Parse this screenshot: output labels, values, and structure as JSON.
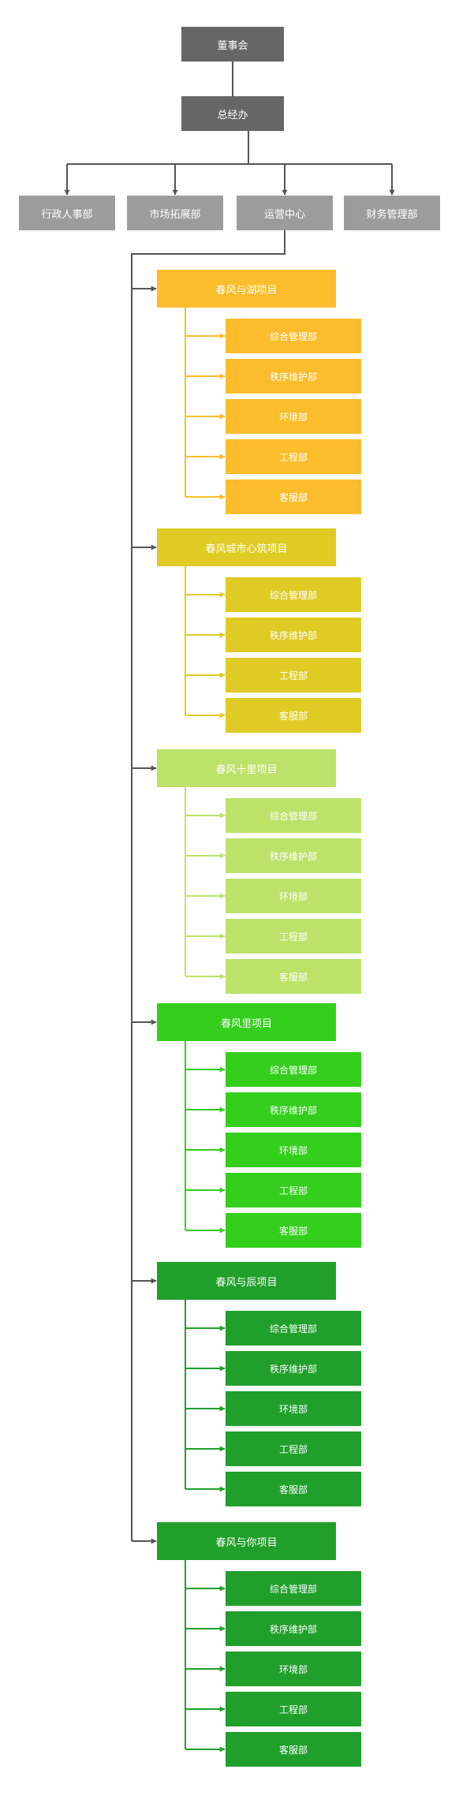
{
  "colors": {
    "top": "#666666",
    "depts": "#9c9c9c",
    "connector": "#555555",
    "projects": [
      "#fbbd2b",
      "#dfcb23",
      "#bde26a",
      "#33cf1c",
      "#209f2b",
      "#209f2b"
    ]
  },
  "board": {
    "label": "董事会"
  },
  "gm_office": {
    "label": "总经办"
  },
  "departments": [
    {
      "label": "行政人事部"
    },
    {
      "label": "市场拓展部"
    },
    {
      "label": "运营中心"
    },
    {
      "label": "财务管理部"
    }
  ],
  "projects": [
    {
      "label": "春风与湖项目",
      "units": [
        "综合管理部",
        "秩序维护部",
        "环境部",
        "工程部",
        "客服部"
      ]
    },
    {
      "label": "春风城市心筑项目",
      "units": [
        "综合管理部",
        "秩序维护部",
        "工程部",
        "客服部"
      ]
    },
    {
      "label": "春风十里项目",
      "units": [
        "综合管理部",
        "秩序维护部",
        "环境部",
        "工程部",
        "客服部"
      ]
    },
    {
      "label": "春风里项目",
      "units": [
        "综合管理部",
        "秩序维护部",
        "环境部",
        "工程部",
        "客服部"
      ]
    },
    {
      "label": "春风与辰项目",
      "units": [
        "综合管理部",
        "秩序维护部",
        "环境部",
        "工程部",
        "客服部"
      ]
    },
    {
      "label": "春风与你项目",
      "units": [
        "综合管理部",
        "秩序维护部",
        "环境部",
        "工程部",
        "客服部"
      ]
    }
  ]
}
